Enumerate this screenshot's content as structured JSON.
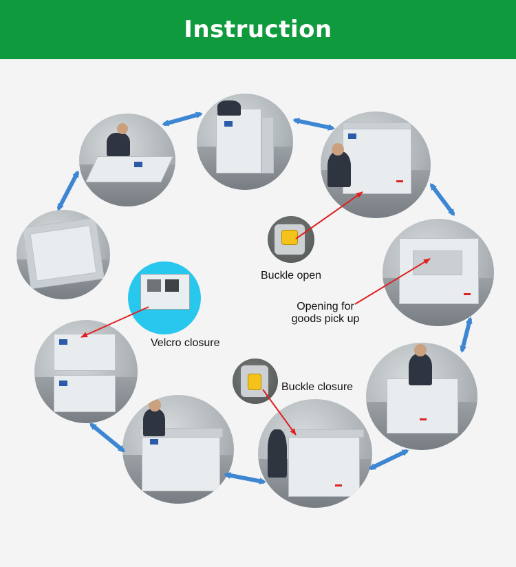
{
  "header": {
    "title": "Instruction",
    "background": "#0f9a3d"
  },
  "captions": {
    "buckle_open": "Buckle open",
    "opening_line1": "Opening for",
    "opening_line2": "goods pick up",
    "velcro": "Velcro closure",
    "buckle_closure": "Buckle closure"
  },
  "colors": {
    "cycle_arrow": "#3d86d2",
    "pointer_arrow": "#e02020",
    "buckle": "#f4c21a",
    "velcro_callout": "#28c7ee"
  }
}
